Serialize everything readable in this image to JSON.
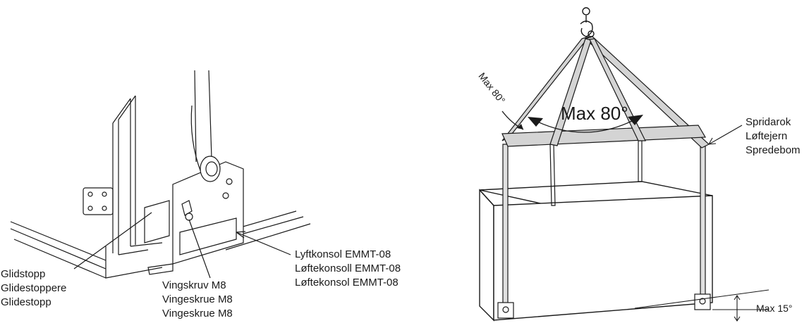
{
  "left_figure": {
    "glide_stop_labels": [
      "Glidstopp",
      "Glidestoppere",
      "Glidestopp"
    ],
    "wing_screw_labels": [
      "Vingskruv M8",
      "Vingeskrue M8",
      "Vingeskrue M8"
    ],
    "lift_bracket_labels": [
      "Lyftkonsol EMMT-08",
      "Løftekonsoll EMMT-08",
      "Løftekonsol EMMT-08"
    ]
  },
  "right_figure": {
    "spreader_labels": [
      "Spridarok",
      "Løftejern",
      "Spredebom"
    ],
    "top_angle_label": "Max 80°",
    "side_angle_label": "Max 80°",
    "tilt_label": "Max 15°"
  },
  "colors": {
    "line": "#1a1a1a",
    "spreader_fill": "#d4d4d4",
    "unit_fill": "#ffffff"
  }
}
